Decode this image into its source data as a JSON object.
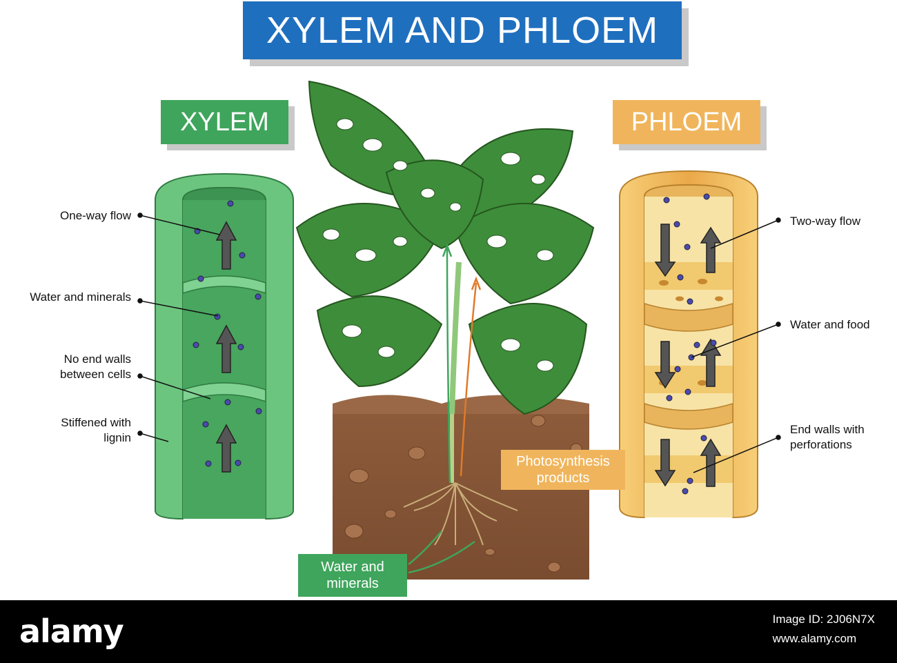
{
  "title": "XYLEM AND PHLOEM",
  "xylem": {
    "heading": "XYLEM",
    "labels": [
      "One-way flow",
      "Water and minerals",
      "No end walls\nbetween cells",
      "Stiffened with\nlignin"
    ]
  },
  "phloem": {
    "heading": "PHLOEM",
    "labels": [
      "Two-way flow",
      "Water and food",
      "End walls with\nperforations"
    ]
  },
  "plant": {
    "photosynthesis_label": "Photosynthesis\nproducts",
    "water_label": "Water and\nminerals"
  },
  "footer": {
    "logo": "alamy",
    "line1": "Image ID: 2J06N7X",
    "line2": "www.alamy.com"
  },
  "colors": {
    "title_bg": "#1f6fbf",
    "xylem_green": "#3fa55c",
    "phloem_orange": "#f0b55c",
    "soil": "#8a5a3a"
  }
}
